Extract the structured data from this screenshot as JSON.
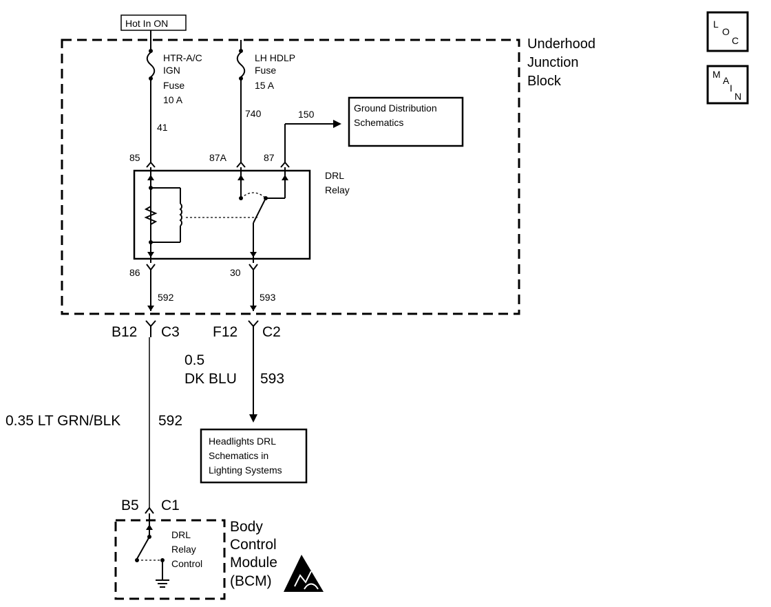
{
  "power": {
    "label": "Hot In ON"
  },
  "junction_block": {
    "line1": "Underhood",
    "line2": "Junction",
    "line3": "Block"
  },
  "icons": {
    "loc": [
      "L",
      "O",
      "C"
    ],
    "main": [
      "M",
      "A",
      "I",
      "N"
    ]
  },
  "fuses": {
    "htr": [
      "HTR-A/C",
      "IGN",
      "Fuse",
      "10 A"
    ],
    "lh": [
      "LH HDLP",
      "Fuse",
      "15 A"
    ]
  },
  "circuits": {
    "c41": "41",
    "c740": "740",
    "c150": "150",
    "c592_inner": "592",
    "c593_inner": "593",
    "c593": "593",
    "c592": "592"
  },
  "ground_dist": {
    "line1": "Ground Distribution",
    "line2": "Schematics"
  },
  "relay": {
    "label1": "DRL",
    "label2": "Relay",
    "pins": {
      "p85": "85",
      "p87a": "87A",
      "p87": "87",
      "p86": "86",
      "p30": "30"
    }
  },
  "connectors": {
    "b12": "B12",
    "c3": "C3",
    "f12": "F12",
    "c2": "C2",
    "b5": "B5",
    "c1": "C1"
  },
  "wires": {
    "blu_size": "0.5",
    "blu_color": "DK BLU",
    "grn": "0.35 LT GRN/BLK"
  },
  "headlights": {
    "line1": "Headlights DRL",
    "line2": "Schematics in",
    "line3": "Lighting Systems"
  },
  "bcm": {
    "ctrl1": "DRL",
    "ctrl2": "Relay",
    "ctrl3": "Control",
    "name1": "Body",
    "name2": "Control",
    "name3": "Module",
    "name4": "(BCM)"
  }
}
